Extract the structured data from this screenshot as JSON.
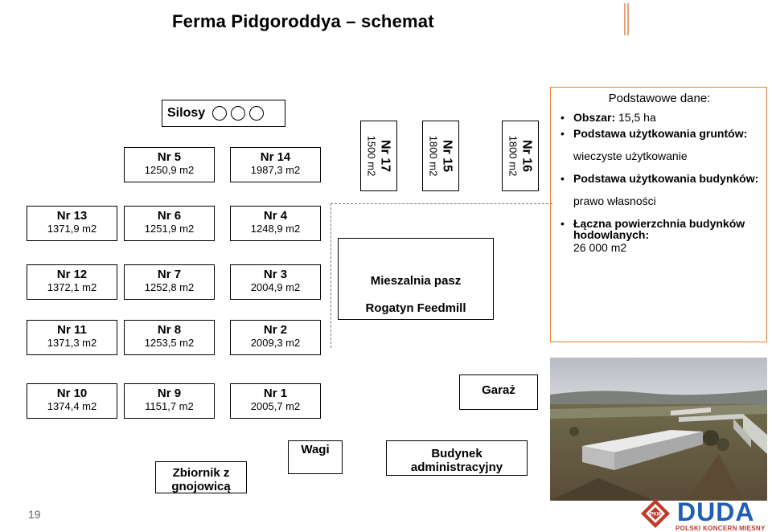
{
  "title": "Ferma Pidgoroddya – schemat",
  "page_number": "19",
  "silosy": {
    "label": "Silosy"
  },
  "buildings": {
    "nr5": {
      "label": "Nr 5",
      "area": "1250,9  m2"
    },
    "nr14": {
      "label": "Nr 14",
      "area": "1987,3  m2"
    },
    "nr13": {
      "label": "Nr 13",
      "area": "1371,9  m2"
    },
    "nr6": {
      "label": "Nr 6",
      "area": "1251,9  m2"
    },
    "nr4": {
      "label": "Nr 4",
      "area": "1248,9  m2"
    },
    "nr12": {
      "label": "Nr 12",
      "area": "1372,1  m2"
    },
    "nr7": {
      "label": "Nr 7",
      "area": "1252,8  m2"
    },
    "nr3": {
      "label": "Nr 3",
      "area": "2004,9  m2"
    },
    "nr11": {
      "label": "Nr 11",
      "area": "1371,3  m2"
    },
    "nr8": {
      "label": "Nr 8",
      "area": "1253,5  m2"
    },
    "nr2": {
      "label": "Nr 2",
      "area": "2009,3  m2"
    },
    "nr10": {
      "label": "Nr 10",
      "area": "1374,4   m2"
    },
    "nr9": {
      "label": "Nr 9",
      "area": "1151,7  m2"
    },
    "nr1": {
      "label": "Nr 1",
      "area": "2005,7  m2"
    },
    "nr17": {
      "label": "Nr 17",
      "area": "1500  m2"
    },
    "nr15": {
      "label": "Nr 15",
      "area": "1800  m2"
    },
    "nr16": {
      "label": "Nr 16",
      "area": "1800  m2"
    }
  },
  "mieszalnia": {
    "line1": "Mieszalnia pasz",
    "line2": "Rogatyn Feedmill"
  },
  "garaz": "Garaż",
  "zbiornik": "Zbiornik z gnojowicą",
  "wagi": "Wagi",
  "budynek": "Budynek administracyjny",
  "info": {
    "header": "Podstawowe dane:",
    "obszar_label": "Obszar:",
    "obszar_value": "15,5 ha",
    "grunty_label": "Podstawa użytkowania gruntów:",
    "grunty_value": "wieczyste użytkowanie",
    "budynki_label": "Podstawa użytkowania budynków:",
    "budynki_value": "prawo własności",
    "powierzchnia_label": "Łączna powierzchnia budynków hodowlanych:",
    "powierzchnia_value": "26 000 m2"
  },
  "logo": {
    "brand": "DUDA",
    "tagline": "POLSKI KONCERN MIĘSNY",
    "mark_text": "PKM"
  },
  "colors": {
    "info_border": "#e5833a",
    "logo_blue": "#1f5fb3",
    "logo_red": "#c0392b",
    "deco_line": "#e8a07c"
  }
}
